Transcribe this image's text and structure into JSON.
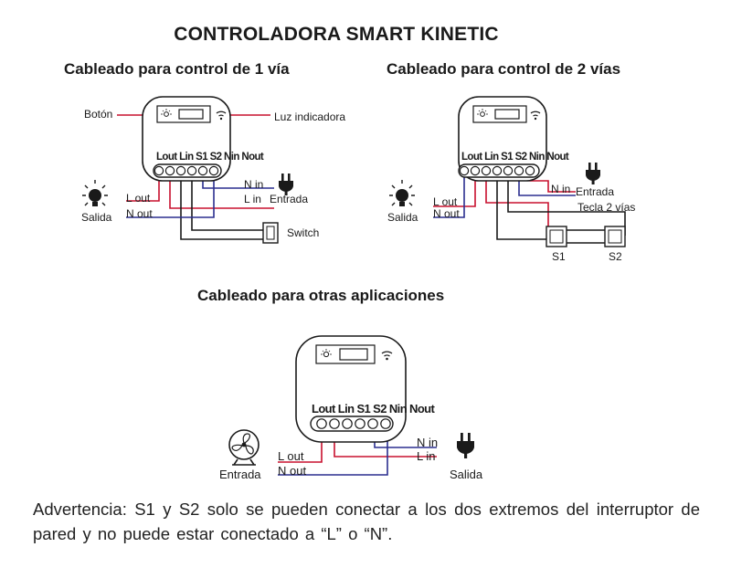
{
  "title": "CONTROLADORA SMART KINETIC",
  "sections": {
    "one_way": {
      "title": "Cableado para control de 1 vía",
      "boton": "Botón",
      "indicator": "Luz indicadora",
      "terminals": "Lout Lin S1 S2 Nin Nout",
      "l_out": "L out",
      "n_out": "N out",
      "n_in": "N in",
      "l_in": "L in",
      "salida": "Salida",
      "entrada": "Entrada",
      "switch": "Switch"
    },
    "two_way": {
      "title": "Cableado para control de 2 vías",
      "terminals": "Lout Lin S1 S2 Nin Nout",
      "l_out": "L out",
      "n_out": "N out",
      "n_in": "N in",
      "entrada": "Entrada",
      "salida": "Salida",
      "tecla": "Tecla 2 vías",
      "s1": "S1",
      "s2": "S2"
    },
    "other": {
      "title": "Cableado para otras aplicaciones",
      "terminals": "Lout Lin S1 S2 Nin Nout",
      "l_out": "L out",
      "n_out": "N out",
      "n_in": "N in",
      "l_in": "L in",
      "entrada": "Entrada",
      "salida": "Salida"
    }
  },
  "warning": {
    "label": "Advertencia:",
    "text": "S1 y S2 solo se pueden conectar a los dos extremos del interruptor de pared y no puede estar conectado a “L” o “N”."
  },
  "colors": {
    "red": "#c8102e",
    "blue": "#2b2f8f",
    "black": "#1a1a1a"
  }
}
